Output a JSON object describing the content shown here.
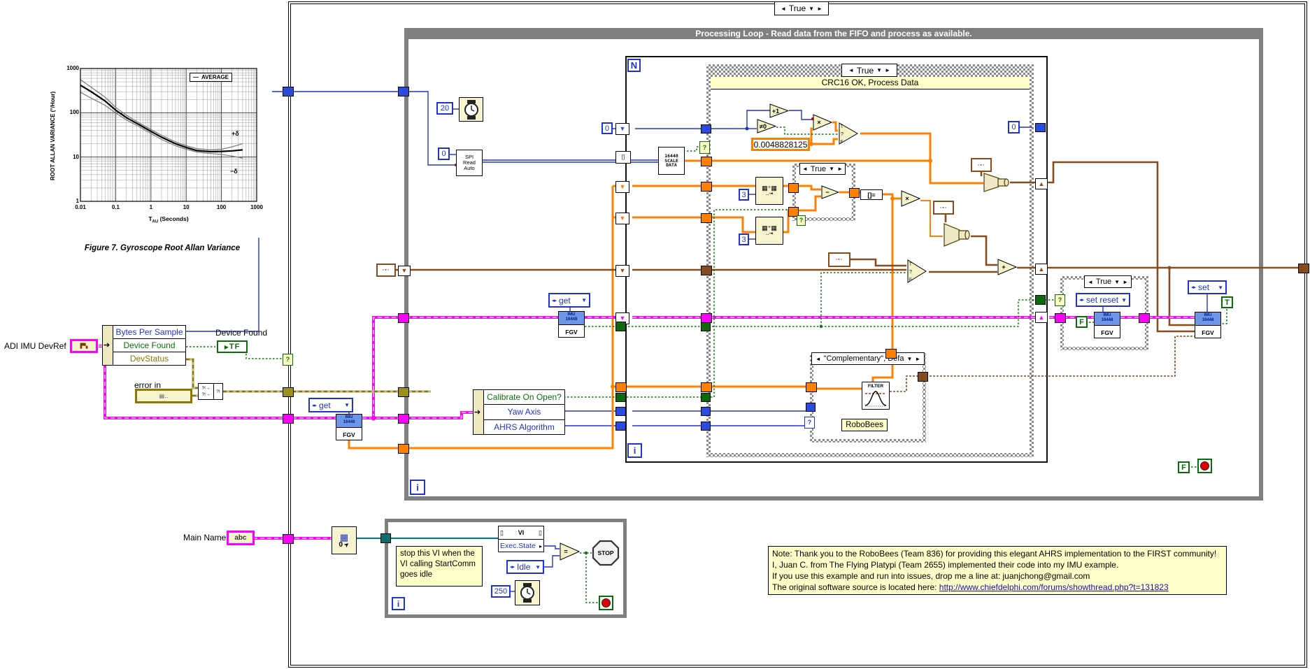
{
  "icons": {
    "shift_down": "▼",
    "shift_up": "▲",
    "brackets": "[]",
    "question": "?",
    "enum_arrows": "◂▸",
    "dropdown": "▼",
    "case_left": "◄",
    "case_right": "►",
    "cluster_glyph": "▛▚",
    "abc": "abc",
    "arrow_in": "▶",
    "local_var": "▫▪▫",
    "array_top": "▦⁺▦",
    "array_bottom": "‥⇥",
    "merge_left": "?!→",
    "merge_right": "?!",
    "legend_line": "—",
    "page": "▯",
    "pointer": "➤",
    "grid": "▦",
    "sel_t": "T",
    "sel_q": "?",
    "sel_f": "F",
    "out_arrow": "▸",
    "err_glyph": "▤‥"
  },
  "chart_data": {
    "type": "line",
    "title": "",
    "xlabel": "TAU (Seconds)",
    "ylabel": "ROOT ALLAN VARIANCE (°/Hour)",
    "xscale": "log",
    "yscale": "log",
    "xlim": [
      0.01,
      1000
    ],
    "ylim": [
      1,
      1000
    ],
    "grid": true,
    "legend_position": "top-right",
    "series": [
      {
        "name": "AVERAGE",
        "points": [
          [
            0.01,
            420
          ],
          [
            0.02,
            300
          ],
          [
            0.05,
            185
          ],
          [
            0.1,
            115
          ],
          [
            0.2,
            78
          ],
          [
            0.5,
            52
          ],
          [
            1,
            38
          ],
          [
            2,
            28
          ],
          [
            5,
            20
          ],
          [
            10,
            16.5
          ],
          [
            20,
            14
          ],
          [
            50,
            13.2
          ],
          [
            100,
            13.4
          ],
          [
            200,
            13.8
          ],
          [
            400,
            14.5
          ]
        ]
      },
      {
        "name": "+δ",
        "points": [
          [
            0.01,
            560
          ],
          [
            0.02,
            380
          ],
          [
            0.05,
            225
          ],
          [
            0.1,
            132
          ],
          [
            0.2,
            88
          ],
          [
            0.5,
            57
          ],
          [
            1,
            42
          ],
          [
            2,
            31
          ],
          [
            5,
            22
          ],
          [
            10,
            18
          ],
          [
            20,
            15.5
          ],
          [
            50,
            14.5
          ],
          [
            100,
            15
          ],
          [
            200,
            17
          ],
          [
            400,
            20
          ]
        ]
      },
      {
        "name": "−δ",
        "points": [
          [
            0.01,
            290
          ],
          [
            0.02,
            215
          ],
          [
            0.05,
            148
          ],
          [
            0.1,
            99
          ],
          [
            0.2,
            69
          ],
          [
            0.5,
            47
          ],
          [
            1,
            34
          ],
          [
            2,
            25
          ],
          [
            5,
            18
          ],
          [
            10,
            15
          ],
          [
            20,
            13
          ],
          [
            50,
            12
          ],
          [
            100,
            11.5
          ],
          [
            200,
            10.5
          ],
          [
            400,
            9.5
          ]
        ]
      }
    ]
  },
  "chart": {
    "ylabel": "ROOT ALLAN VARIANCE (°/Hour)",
    "xlabel_t": "T",
    "xlabel_sub": "AU",
    "xlabel_rest": " (Seconds)",
    "legend": "AVERAGE",
    "plus_delta": "+δ",
    "minus_delta": "−δ",
    "caption": "Figure 7. Gyroscope Root Allan Variance",
    "x_ticks": [
      "0.01",
      "0.1",
      "1",
      "10",
      "100",
      "1000"
    ],
    "y_ticks": [
      "1",
      "10",
      "100",
      "1000"
    ]
  },
  "left": {
    "devref_label": "ADI IMU DevRef",
    "unbundle_rows": [
      "Bytes Per Sample",
      "Device Found",
      "DevStatus"
    ],
    "device_found_label": "Device Found",
    "tf": "TF",
    "error_in_label": "error in"
  },
  "outer": {
    "selector": "True"
  },
  "loop": {
    "header": "Processing Loop - Read data from the FIFO and process as available.",
    "i": "i",
    "n": "N",
    "inner_i": "i",
    "wait_ms": "20",
    "spi_lines": [
      "SPI",
      "Read",
      "Auto"
    ],
    "spi_zero": "0",
    "sr_zero": "0",
    "scale_lines": [
      "16448",
      "SCALE",
      "DATA"
    ],
    "stop_f": "F"
  },
  "crc": {
    "selector": "True",
    "title": "CRC16 OK, Process Data",
    "plus1": "+1",
    "neq": "≠0",
    "mult": "×",
    "mult2": "×",
    "scale_const": "0.0048828125",
    "zero_right": "0",
    "three_a": "3",
    "three_b": "3",
    "inner_selector": "True",
    "minus": "−",
    "index_glyph": "[]≡",
    "plus": "+",
    "comp_selector": "\"Complementary\", Defa",
    "filter": "FILTER",
    "robobees": "RoboBees",
    "config_rows": [
      "Calibrate On Open?",
      "Yaw Axis",
      "AHRS Algorithm"
    ]
  },
  "fgv": {
    "get": "get",
    "set": "set",
    "set_reset": "set reset",
    "imu": "IMU",
    "num": "16448",
    "label": "FGV"
  },
  "sr_case": {
    "selector": "True",
    "f": "F",
    "t": "T"
  },
  "bottom": {
    "main_name": "Main Name",
    "comment_lines": [
      "stop this VI when the",
      "VI calling StartComm",
      "goes idle"
    ],
    "vi": "VI",
    "exec_state": "Exec.State",
    "idle": "Idle",
    "eq": "=",
    "stop": "STOP",
    "wait_ms": "250",
    "i": "i",
    "open_vi_zero": "0"
  },
  "note": {
    "line1": "Note: Thank you to the RoboBees (Team 836) for providing this elegant AHRS implementation to the FIRST community!",
    "line2": "I, Juan C. from The Flying Platypi (Team 2655) implemented their code into my IMU example.",
    "line3": "If you use this example and run into issues, drop me a line at: juanjchong@gmail.com",
    "line4_prefix": "The original software source is located here: ",
    "link": "http://www.chiefdelphi.com/forums/showthread.php?t=131823"
  },
  "colors": {
    "wire_int": "#2033CC",
    "wire_dbl": "#FF8000",
    "wire_cluster": "#874B1E",
    "wire_object": "#FF00FF",
    "wire_bool": "#0B7A0B",
    "wire_error": "#C9B870",
    "wire_ref": "#12767A",
    "comment_bg": "#FFFFC9",
    "structure_gray": "#7F7F7F"
  }
}
